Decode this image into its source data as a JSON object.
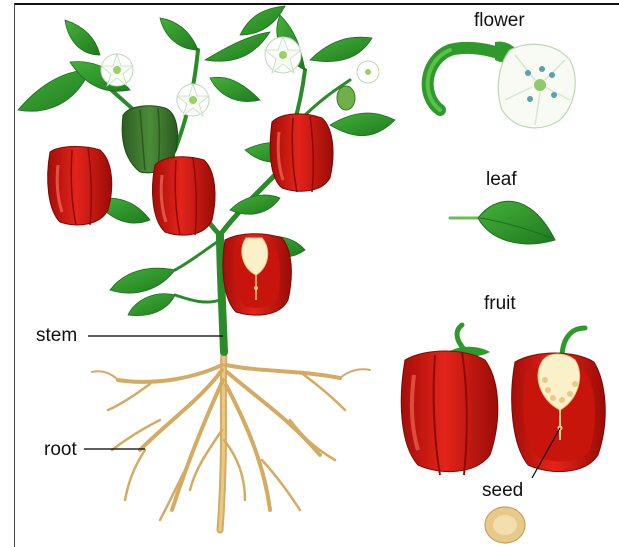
{
  "labels": {
    "flower": "flower",
    "leaf": "leaf",
    "fruit": "fruit",
    "stem": "stem",
    "root": "root",
    "seed": "seed"
  },
  "colors": {
    "pepper_red": "#d4190f",
    "pepper_dark": "#9e0d08",
    "leaf_green": "#2f9a2b",
    "leaf_dark": "#1d6e1c",
    "unripe_green": "#3f7f2f",
    "root_tan": "#d9b26a",
    "seed_tan": "#e7c98b",
    "pith_cream": "#fbf1c8"
  }
}
